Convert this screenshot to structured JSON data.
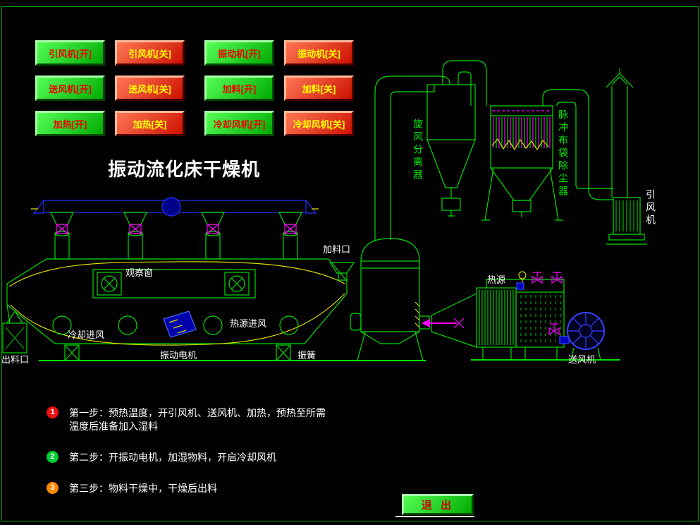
{
  "title": "振动流化床干燥机",
  "window": {
    "exit_label": "退 出"
  },
  "control_buttons": [
    {
      "label": "引风机[开]",
      "state": "on"
    },
    {
      "label": "引风机[关]",
      "state": "off"
    },
    {
      "label": "振动机[开]",
      "state": "on"
    },
    {
      "label": "振动机[关]",
      "state": "off"
    },
    {
      "label": "送风机[开]",
      "state": "on"
    },
    {
      "label": "送风机[关]",
      "state": "off"
    },
    {
      "label": "加料[开]",
      "state": "on"
    },
    {
      "label": "加料[关]",
      "state": "off"
    },
    {
      "label": "加热[开]",
      "state": "on"
    },
    {
      "label": "加热[关]",
      "state": "off"
    },
    {
      "label": "冷却风机[开]",
      "state": "on"
    },
    {
      "label": "冷却风机[关]",
      "state": "off"
    }
  ],
  "diagram_labels": {
    "feed_port": "加料口",
    "observation_window": "观察窗",
    "cooling_air_inlet": "冷却进风",
    "heat_air_inlet": "热源进风",
    "discharge_port": "出料口",
    "vibration_motor": "振动电机",
    "vibration_spring": "振簧",
    "cyclone_separator": "旋风分离器",
    "pulse_bag_filter": "脉冲布袋除尘器",
    "induced_draft_fan": "引风机",
    "heat_source": "热源",
    "supply_fan": "送风机"
  },
  "steps": [
    {
      "num": "1",
      "badge_color": "#ee1111",
      "text": "第一步：预热温度，开引风机、送风机、加热，预热至所需\n温度后准备加入湿料"
    },
    {
      "num": "2",
      "badge_color": "#00cc33",
      "text": "第二步：开振动电机，加湿物料，开启冷却风机"
    },
    {
      "num": "3",
      "badge_color": "#ff8800",
      "text": "第三步：物料干燥中，干燥后出料"
    }
  ],
  "colors": {
    "background": "#000000",
    "screen_border": "#00aa00",
    "button_on": "#00cc00",
    "button_on_text": "#ee0000",
    "button_off": "#ee2200",
    "button_off_text": "#ffff00",
    "diagram_green": "#00dd00",
    "diagram_blue": "#2233ff",
    "diagram_yellow": "#dcdc00",
    "diagram_magenta": "#ff00ff",
    "label_text": "#ffffff"
  }
}
